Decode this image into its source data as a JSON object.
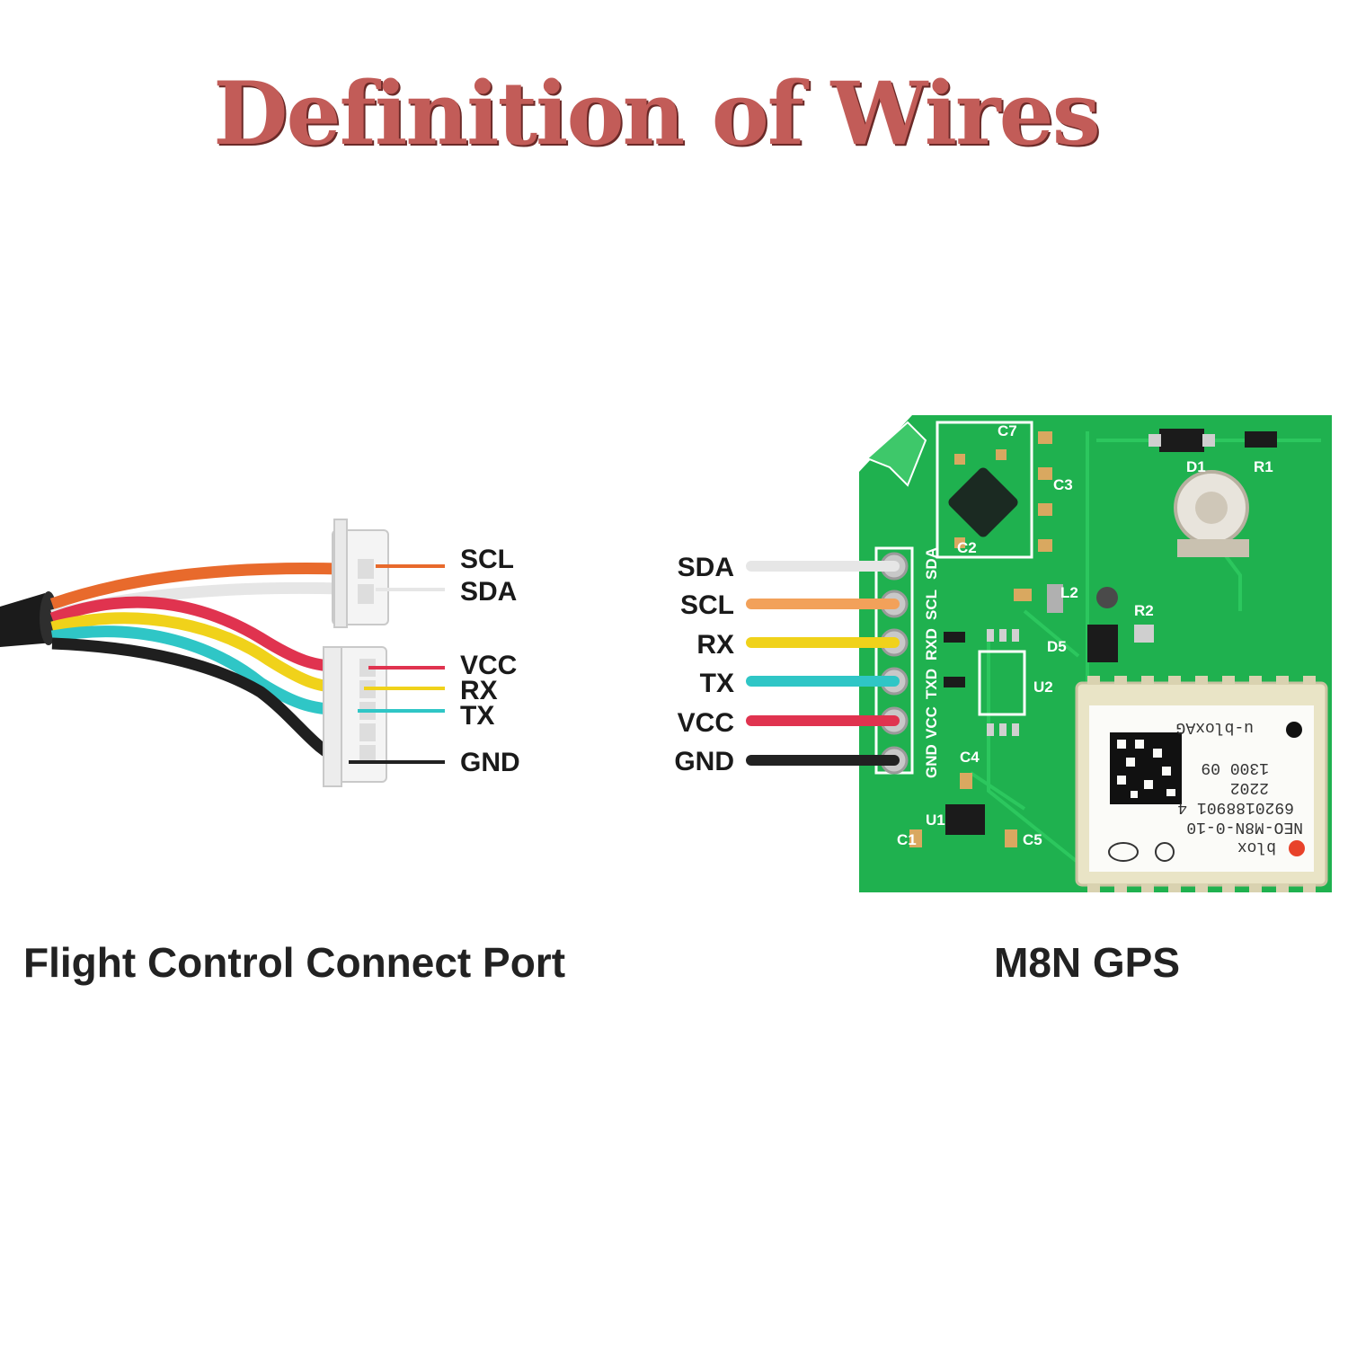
{
  "title": "Definition of Wires",
  "colors": {
    "title": "#c25c58",
    "pcb": "#1fb14f",
    "scl_orange": "#e86a2c",
    "sda_white": "#e6e6e6",
    "vcc_red": "#e0334f",
    "rx_yellow": "#f0d21a",
    "tx_cyan": "#2fc6c6",
    "gnd_black": "#222222",
    "scl_gps": "#f2a15a"
  },
  "left": {
    "caption": "Flight Control Connect Port",
    "top_connector": [
      "SCL",
      "SDA"
    ],
    "bottom_connector": [
      "VCC",
      "RX",
      "TX",
      "GND"
    ]
  },
  "right": {
    "caption": "M8N GPS",
    "pins": [
      "SDA",
      "SCL",
      "RX",
      "TX",
      "VCC",
      "GND"
    ],
    "silkscreen": [
      "SDA",
      "SCL",
      "RXD",
      "TXD",
      "VCC",
      "GND"
    ],
    "module_text": [
      "u-bloxAG",
      "1300 09",
      "2202",
      "6920188901 4",
      "NEO-M8N-0-10",
      "blox"
    ],
    "refs": [
      "C7",
      "C2",
      "C3",
      "C4",
      "C5",
      "C1",
      "U1",
      "U2",
      "D1",
      "D5",
      "R1",
      "R2",
      "L2"
    ]
  }
}
